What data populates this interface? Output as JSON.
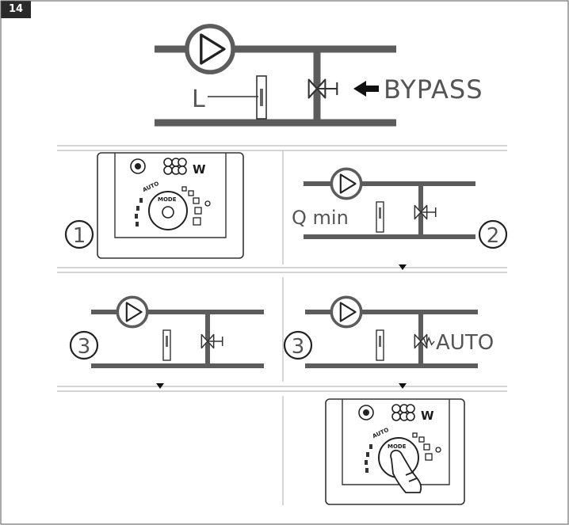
{
  "figure_number": "14",
  "top_diagram": {
    "level_label": "L",
    "arrow_label": "BYPASS"
  },
  "panel_1": {
    "step": "1",
    "panel_label_w": "W",
    "panel_label_auto": "AUTO",
    "panel_label_mode": "MODE"
  },
  "panel_2": {
    "step": "2",
    "level_label": "Q min"
  },
  "panel_3a": {
    "step": "3"
  },
  "panel_3b": {
    "step": "3",
    "valve_label": "AUTO"
  },
  "panel_4": {
    "panel_label_w": "W",
    "panel_label_auto": "AUTO",
    "panel_label_mode": "MODE"
  },
  "colors": {
    "pipe": "#5c5c5c",
    "outline": "#333333",
    "divider": "#bdbdbd",
    "badge": "#2a2a2a"
  }
}
